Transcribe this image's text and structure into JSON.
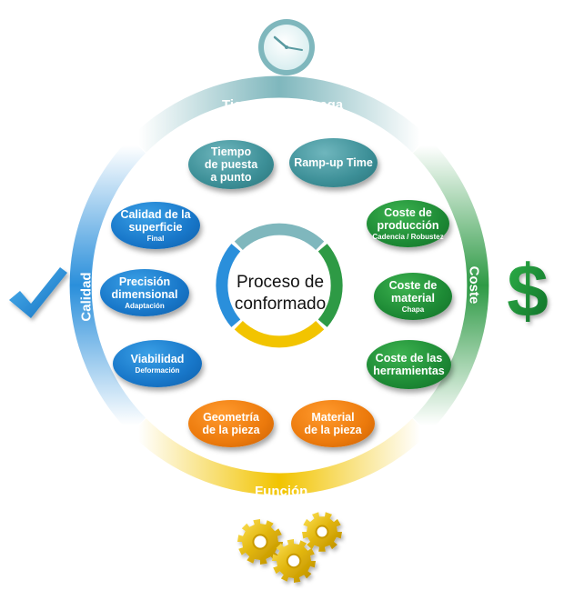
{
  "center": {
    "title": "Proceso de\nconformado"
  },
  "ring_labels": {
    "top": "Tiempo de entrega",
    "right": "Coste",
    "bottom": "Función",
    "left": "Calidad"
  },
  "nodes": [
    {
      "id": "tiempo-puesta",
      "title": "Tiempo\nde puesta\na punto",
      "sub": ""
    },
    {
      "id": "ramp-up",
      "title": "Ramp-up Time",
      "sub": ""
    },
    {
      "id": "coste-produccion",
      "title": "Coste de\nproducción",
      "sub": "Cadencia / Robustez"
    },
    {
      "id": "coste-material",
      "title": "Coste de\nmaterial",
      "sub": "Chapa"
    },
    {
      "id": "coste-herramientas",
      "title": "Coste de las\nherramientas",
      "sub": ""
    },
    {
      "id": "material-pieza",
      "title": "Material\nde la pieza",
      "sub": ""
    },
    {
      "id": "geometria-pieza",
      "title": "Geometría\nde la pieza",
      "sub": ""
    },
    {
      "id": "viabilidad",
      "title": "Viabilidad",
      "sub": "Deformación"
    },
    {
      "id": "precision",
      "title": "Precisión\ndimensional",
      "sub": "Adaptación"
    },
    {
      "id": "calidad-superficie",
      "title": "Calidad de la\nsuperficie",
      "sub": "Final"
    }
  ],
  "icons": {
    "top": "clock-icon",
    "right": "dollar-icon",
    "bottom": "gears-icon",
    "left": "checkmark-icon"
  },
  "colors": {
    "teal": "#3c8f97",
    "green": "#1d8a35",
    "blue": "#1877c9",
    "yellow": "#f2c400",
    "orange": "#ec7a0c"
  }
}
